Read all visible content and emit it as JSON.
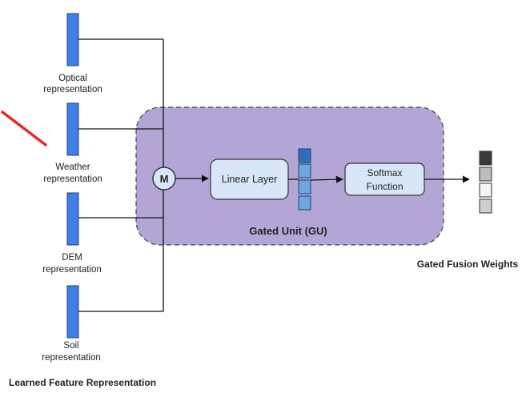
{
  "inputs": [
    {
      "line1": "Optical",
      "line2": "representation"
    },
    {
      "line1": "Weather",
      "line2": "representation"
    },
    {
      "line1": "DEM",
      "line2": "representation"
    },
    {
      "line1": "Soil",
      "line2": "representation"
    }
  ],
  "merge_node": {
    "label": "M"
  },
  "gated_unit": {
    "label": "Gated Unit (GU)"
  },
  "linear_layer": {
    "label": "Linear Layer"
  },
  "softmax": {
    "line1": "Softmax",
    "line2": "Function"
  },
  "output": {
    "label": "Gated Fusion Weights"
  },
  "footer": {
    "label": "Learned Feature Representation"
  },
  "colors": {
    "input_bar": "#3f7fe8",
    "gated_unit_fill": "#b3a5d5",
    "box_fill": "#d7e7f7",
    "vector_top": "#2f6fb8",
    "vector_rest": "#6ea5dd",
    "weight_top": "#3a3a3a",
    "weight_mid": "#bdbdbd",
    "weight_light": "#f4f4f4",
    "annotation_stroke": "#e02a2a"
  }
}
